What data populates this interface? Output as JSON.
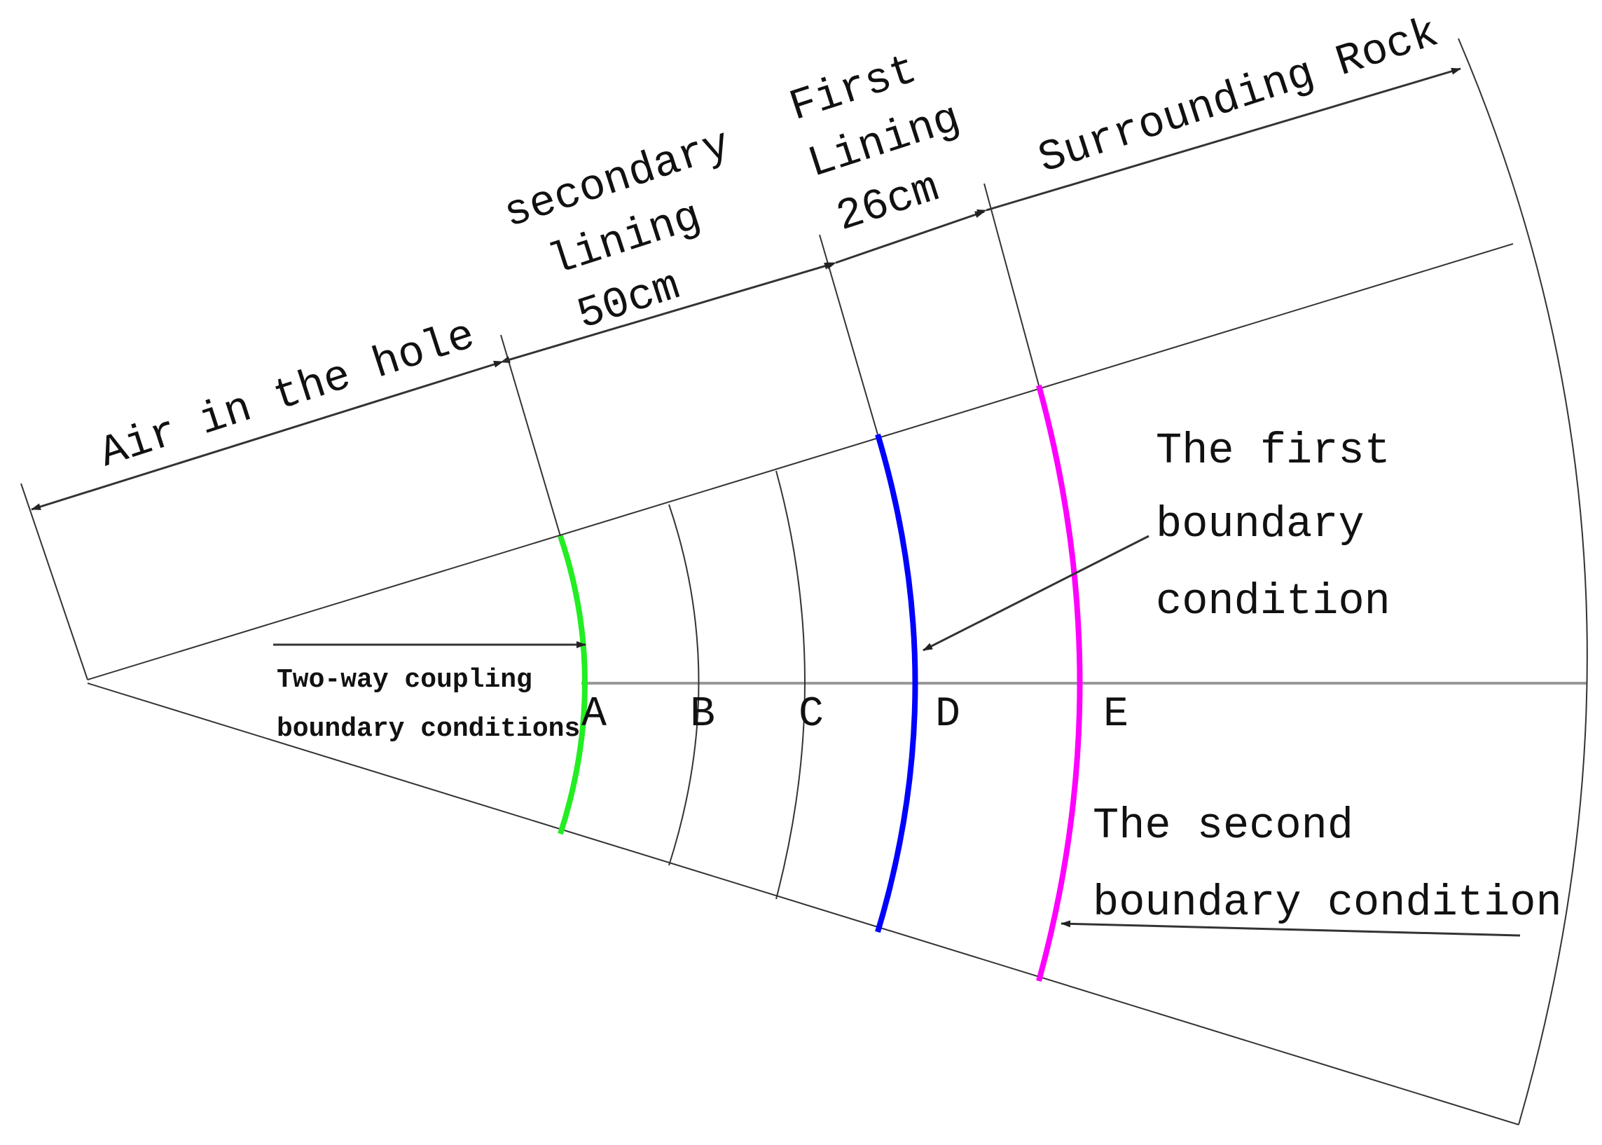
{
  "regions": {
    "air": "Air in the hole",
    "secondary_lining": [
      "secondary",
      "lining",
      "50cm"
    ],
    "first_lining": [
      "First",
      "Lining",
      "26cm"
    ],
    "surrounding_rock": "Surrounding Rock"
  },
  "annotations": {
    "first_boundary": [
      "The first",
      "boundary",
      "condition"
    ],
    "second_boundary": [
      "The second",
      "boundary condition"
    ],
    "two_way": [
      "Two-way coupling",
      "boundary conditions"
    ]
  },
  "points": [
    "A",
    "B",
    "C",
    "D",
    "E"
  ],
  "colors": {
    "two_way_boundary": "#22ee22",
    "first_lining_boundary": "#0000ff",
    "rock_boundary": "#ff00ff",
    "lines": "#333333",
    "axis": "#999999"
  }
}
